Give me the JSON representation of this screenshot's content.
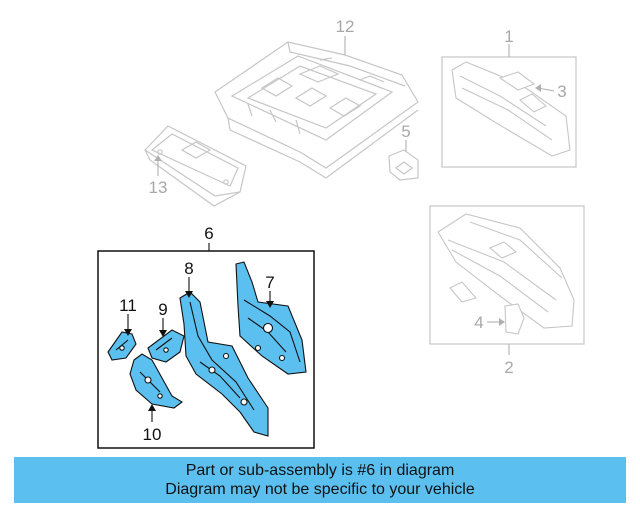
{
  "callouts": {
    "c1": "1",
    "c2": "2",
    "c3": "3",
    "c4": "4",
    "c5": "5",
    "c6": "6",
    "c7": "7",
    "c8": "8",
    "c9": "9",
    "c10": "10",
    "c11": "11",
    "c12": "12",
    "c13": "13"
  },
  "colors": {
    "highlight_part": "#5bc0f0",
    "ghost_part": "#c8c8c8",
    "banner_bg": "#5bc0f0"
  },
  "banner": {
    "line1": "Part or sub-assembly is #6 in diagram",
    "line2": "Diagram may not be specific to your vehicle"
  }
}
